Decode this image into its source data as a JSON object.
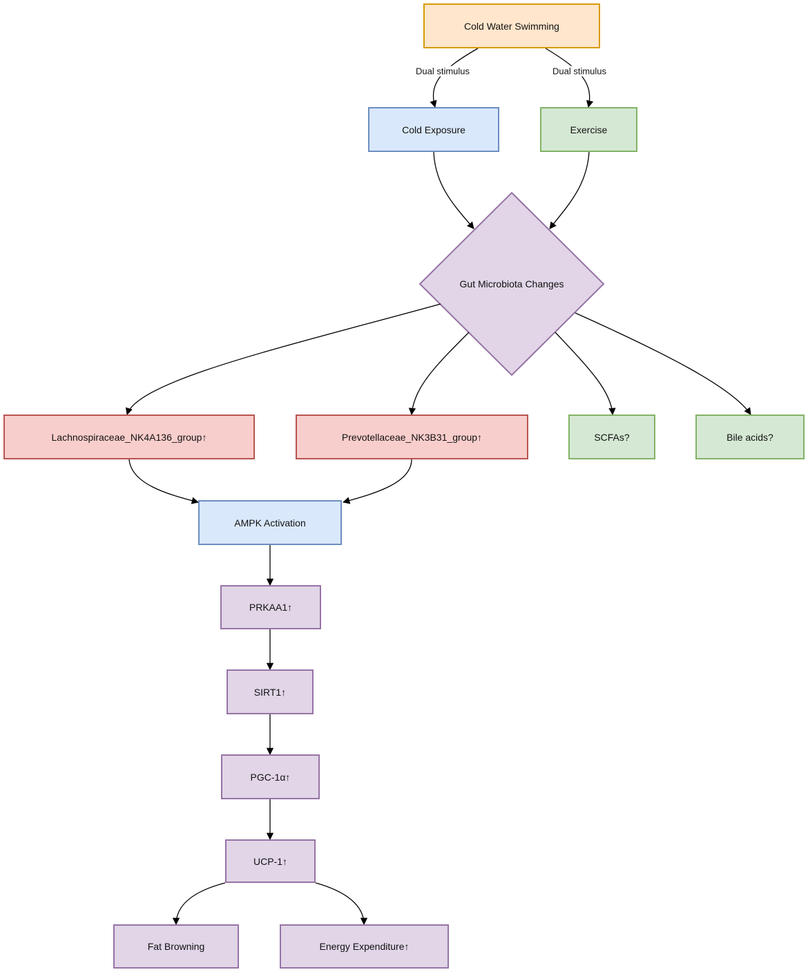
{
  "nodes": {
    "cold_water_swimming": "Cold Water Swimming",
    "cold_exposure": "Cold Exposure",
    "exercise": "Exercise",
    "gut_microbiota": "Gut Microbiota Changes",
    "lachnospiraceae": "Lachnospiraceae_NK4A136_group↑",
    "prevotellaceae": "Prevotellaceae_NK3B31_group↑",
    "scfas": "SCFAs?",
    "bile_acids": "Bile acids?",
    "ampk": "AMPK Activation",
    "prkaa1": "PRKAA1↑",
    "sirt1": "SIRT1↑",
    "pgc1a": "PGC-1α↑",
    "ucp1": "UCP-1↑",
    "fat_browning": "Fat Browning",
    "energy_expenditure": "Energy Expenditure↑"
  },
  "edge_labels": {
    "to_cold": "Dual stimulus",
    "to_exercise": "Dual stimulus"
  },
  "colors": {
    "orange_fill": "#ffe6cc",
    "orange_stroke": "#d79b00",
    "blue_fill": "#dae8fc",
    "blue_stroke": "#6c8ebf",
    "green_fill": "#d5e8d4",
    "green_stroke": "#82b366",
    "red_fill": "#f8cecc",
    "red_stroke": "#b85450",
    "purple_fill": "#e1d5e7",
    "purple_stroke": "#9673a6"
  }
}
